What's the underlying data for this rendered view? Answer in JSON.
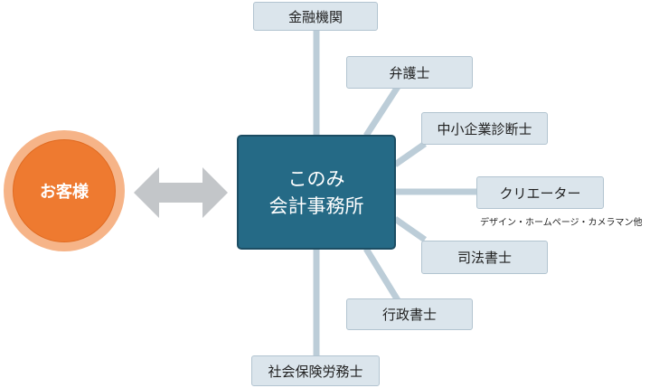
{
  "customer": {
    "label": "お客様"
  },
  "center": {
    "line1": "このみ",
    "line2": "会計事務所"
  },
  "partners": {
    "finance": "金融機関",
    "lawyer": "弁護士",
    "consultant": "中小企業診断士",
    "creator": "クリエーター",
    "judicial": "司法書士",
    "administrative": "行政書士",
    "labor": "社会保険労務士"
  },
  "creator_note": "デザイン・ホームページ・カメラマン他",
  "colors": {
    "center": "#256a86",
    "customer": "#ee7a30",
    "customer_ring": "#f6b488",
    "partner_box": "#dbe5ec",
    "connector": "#bccdd8",
    "arrow": "#c3c6c9"
  }
}
